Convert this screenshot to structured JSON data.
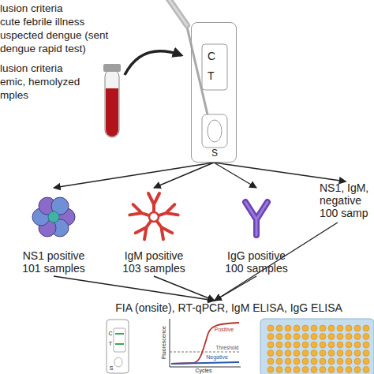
{
  "diagram": {
    "nodes": [
      {
        "text": [
          "C",
          "T",
          "S"
        ]
      },
      {
        "text": [
          "NS1 positive 101 samples"
        ]
      },
      {
        "text": [
          "IgM positive 103 samples"
        ]
      },
      {
        "text": [
          "IgG positive 100 samples"
        ]
      },
      {
        "text": [
          "NS1, IgM, negative 100 samp"
        ]
      },
      {
        "text": [
          "FIA (onsite), RT-qPCR, IgM ELISA, IgG ELISA"
        ]
      }
    ],
    "edges": [
      {
        "from": 0,
        "to": 1,
        "arrow": "to"
      },
      {
        "from": 0,
        "to": 2,
        "arrow": "to"
      },
      {
        "from": 0,
        "to": 3,
        "arrow": "to"
      },
      {
        "from": 0,
        "to": 4,
        "arrow": "to"
      },
      {
        "from": 1,
        "to": 5,
        "arrow": "to"
      },
      {
        "from": 2,
        "to": 5,
        "arrow": "to"
      },
      {
        "from": 3,
        "to": 5,
        "arrow": "to"
      },
      {
        "from": 4,
        "to": 5,
        "arrow": "to"
      }
    ],
    "labels": [
      "lusion criteria",
      "cute febrile illness",
      "uspected dengue (sent",
      "dengue rapid test)",
      "lusion criteria",
      "emic, hemolyzed",
      "mples",
      "C",
      "T",
      "S",
      "Fluorescence",
      "Cycles",
      "Positive",
      "Threshold",
      "Negative"
    ]
  }
}
